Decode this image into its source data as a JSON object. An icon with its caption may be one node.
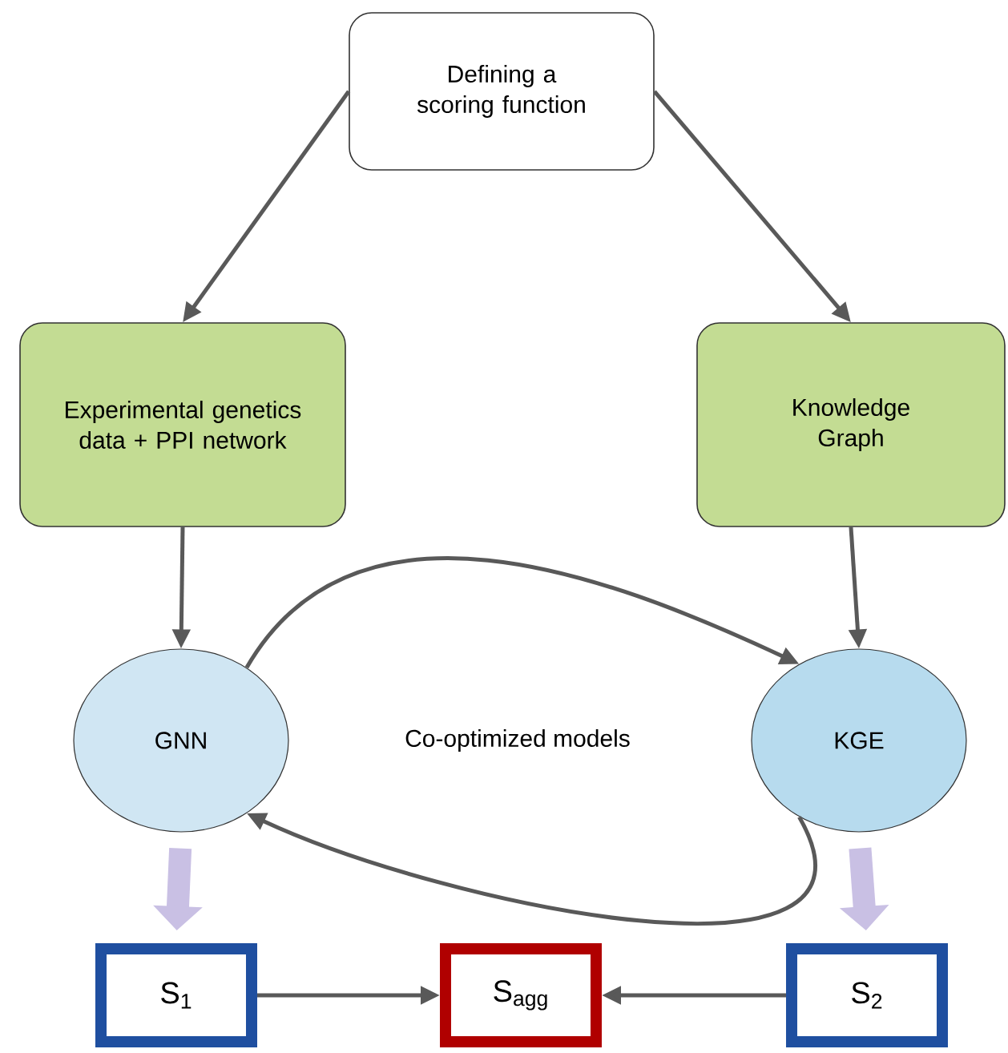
{
  "diagram": {
    "nodes": [
      {
        "text": [
          "Defining a scoring function"
        ]
      },
      {
        "text": [
          "Experimental genetics data + PPI network"
        ]
      },
      {
        "text": [
          "Knowledge Graph"
        ]
      },
      {
        "text": [
          "GNN"
        ]
      },
      {
        "text": [
          "KGE"
        ]
      },
      {
        "text": [
          "S$_{1}$"
        ]
      },
      {
        "text": [
          "S$_{agg}$"
        ]
      },
      {
        "text": [
          "S$_{2}$"
        ]
      }
    ],
    "edges": [
      {
        "from": 0,
        "to": 1,
        "arrow": "to"
      },
      {
        "from": 0,
        "to": 2,
        "arrow": "to"
      },
      {
        "from": 1,
        "to": 3,
        "arrow": "to"
      },
      {
        "from": 2,
        "to": 4,
        "arrow": "to"
      },
      {
        "from": 3,
        "to": 4,
        "arrow": "to"
      },
      {
        "from": 4,
        "to": 3,
        "arrow": "to"
      },
      {
        "from": 3,
        "to": 5,
        "arrow": "to",
        "style": "thick",
        "color": "#c9c0e4"
      },
      {
        "from": 4,
        "to": 7,
        "arrow": "to",
        "style": "thick",
        "color": "#c9c0e4"
      },
      {
        "from": 5,
        "to": 6,
        "arrow": "to"
      },
      {
        "from": 7,
        "to": 6,
        "arrow": "to"
      }
    ],
    "labels": [
      "Co-optimized models"
    ]
  }
}
